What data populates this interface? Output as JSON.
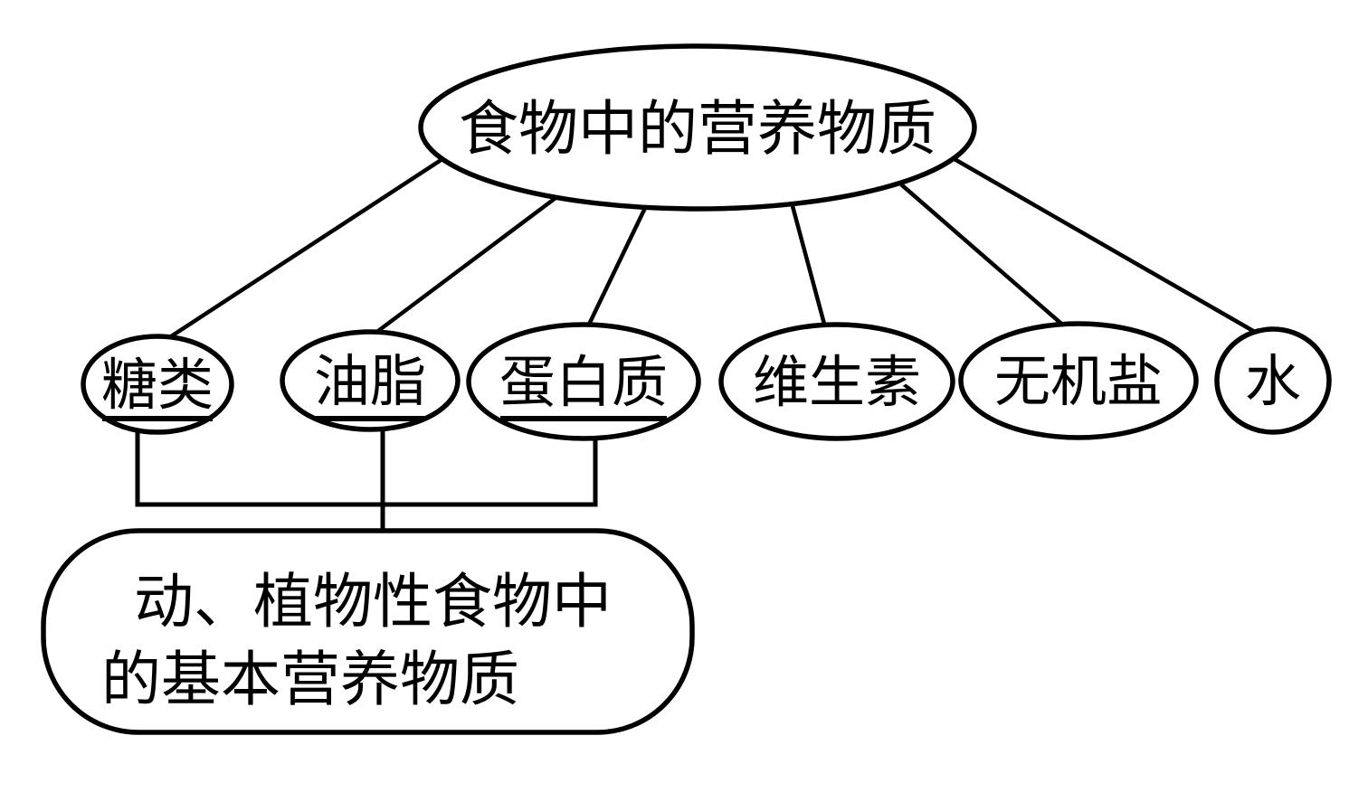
{
  "page": {
    "background_color": "#ffffff",
    "line_color": "#000000",
    "text_color": "#000000"
  },
  "diagram": {
    "type": "concept-map",
    "root": {
      "label": "食物中的营养物质"
    },
    "children": [
      {
        "id": "carbohydrates",
        "label": "糖类",
        "underlined": true
      },
      {
        "id": "fats-oils",
        "label": "油脂",
        "underlined": true
      },
      {
        "id": "protein",
        "label": "蛋白质",
        "underlined": true
      },
      {
        "id": "vitamins",
        "label": "维生素",
        "underlined": false
      },
      {
        "id": "inorganic-salts",
        "label": "无机盐",
        "underlined": false
      },
      {
        "id": "water",
        "label": "水",
        "underlined": false
      }
    ],
    "note": {
      "line1": "动、植物性食物中",
      "line2": "的基本营养物质"
    }
  }
}
